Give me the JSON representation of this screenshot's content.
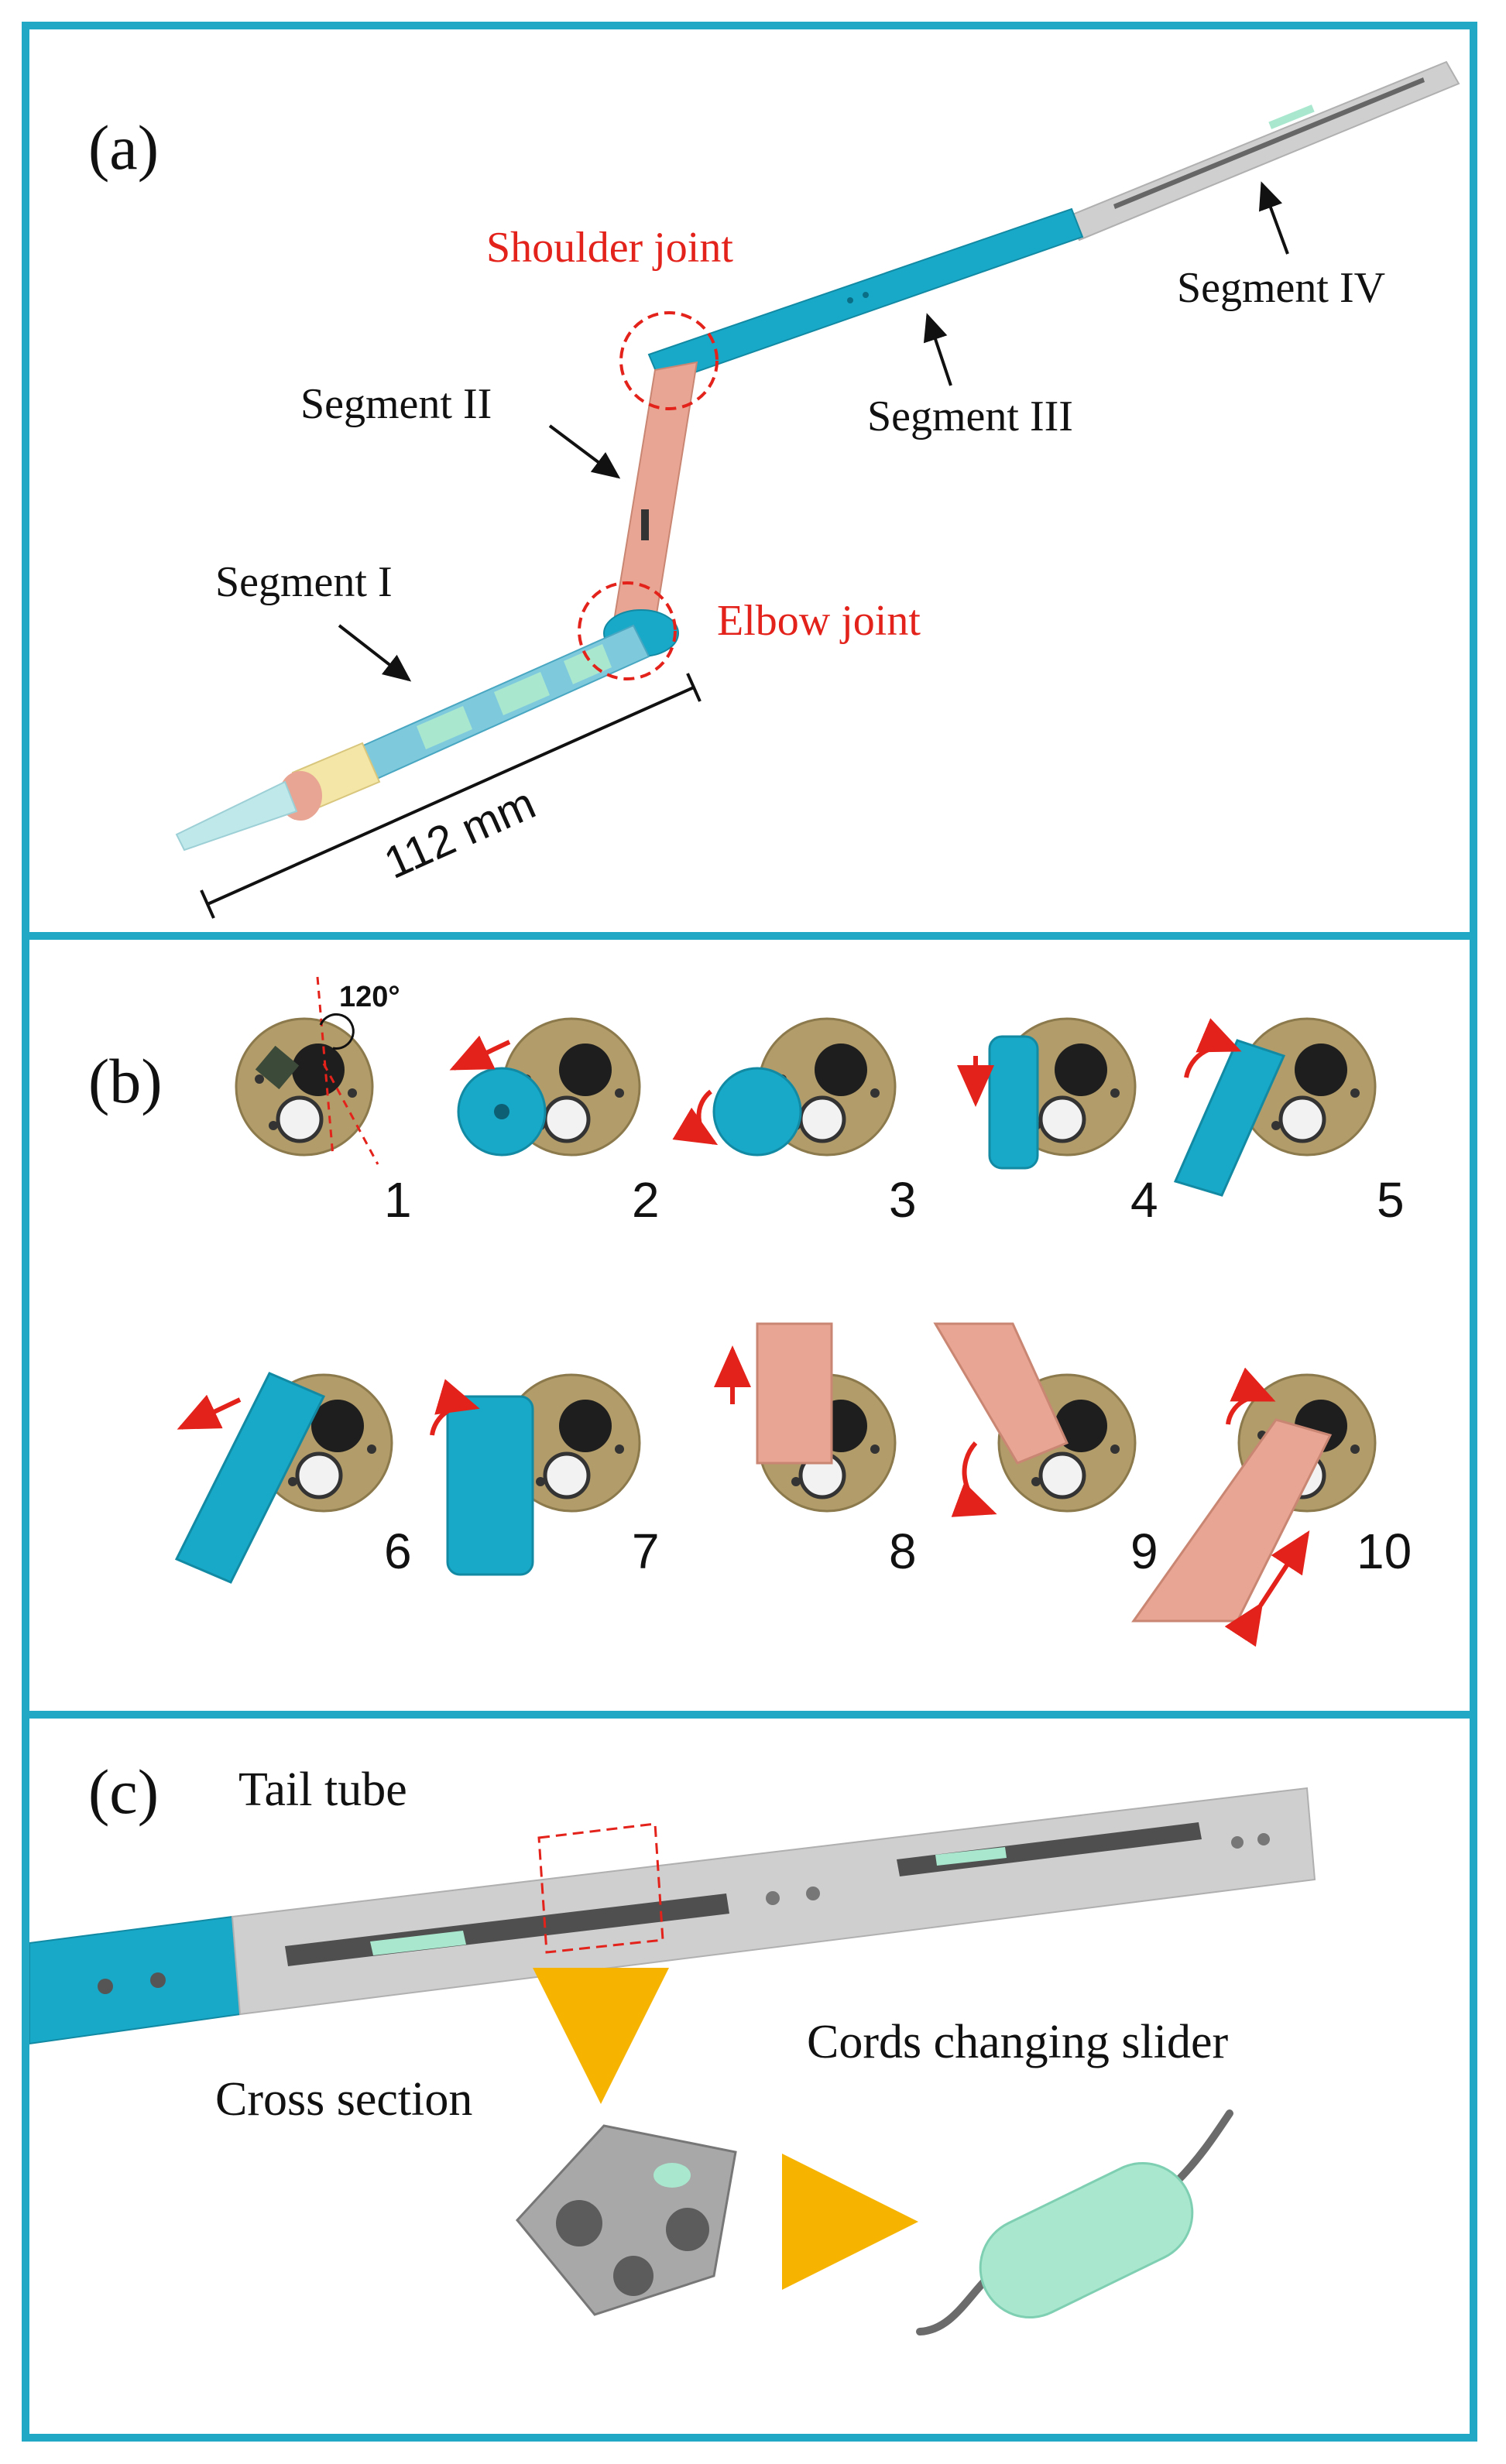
{
  "panel_a": {
    "label": "(a)",
    "shoulder_joint": "Shoulder joint",
    "elbow_joint": "Elbow joint",
    "segment_1": "Segment I",
    "segment_2": "Segment II",
    "segment_3": "Segment III",
    "segment_4": "Segment IV",
    "dimension": "112  mm"
  },
  "panel_b": {
    "label": "(b)",
    "angle": "120°",
    "steps": [
      "1",
      "2",
      "3",
      "4",
      "5",
      "6",
      "7",
      "8",
      "9",
      "10"
    ]
  },
  "panel_c": {
    "label": "(c)",
    "tail_tube": "Tail tube",
    "cross_section": "Cross section",
    "slider": "Cords changing slider"
  },
  "colors": {
    "border": "#20a8c4",
    "cyan_part": "#18a9c9",
    "salmon_part": "#e9a593",
    "grey_tube": "#c9c9c9",
    "mint_slider": "#a9e8cf",
    "annotation_red": "#e3231b",
    "arrow_orange": "#f6b400",
    "gold_disc": "#b29c6a"
  }
}
